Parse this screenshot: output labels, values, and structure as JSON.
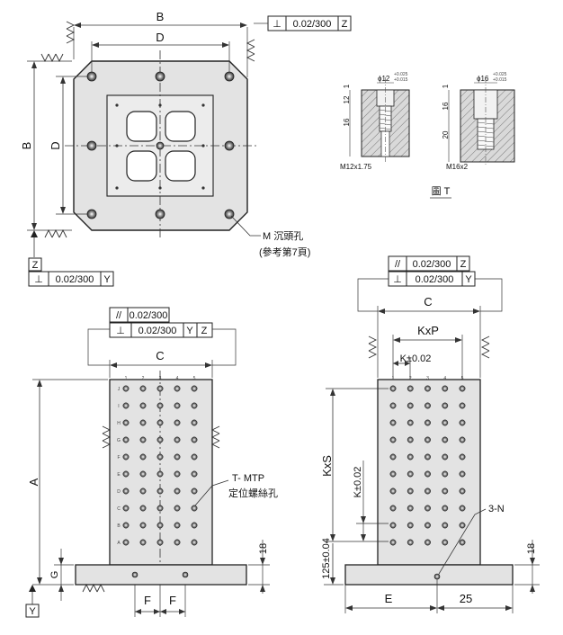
{
  "top_view": {
    "dim_b_horizontal": "B",
    "dim_d_horizontal": "D",
    "dim_b_vertical": "B",
    "dim_d_vertical": "D",
    "tol_perp_z": {
      "symbol": "⊥",
      "value": "0.02/300",
      "datum": "Z"
    },
    "datum_z": "Z",
    "tol_perp_y": {
      "symbol": "⊥",
      "value": "0.02/300",
      "datum": "Y"
    },
    "counterbore_note_1": "M 沉頭孔",
    "counterbore_note_2": "(參考第7頁)"
  },
  "detail_t": {
    "left": {
      "dia_main": "ϕ12",
      "tol_upper": "+0.025",
      "tol_lower": "+0.015",
      "dims": [
        "1",
        "12",
        "16"
      ],
      "thread": "M12x1.75"
    },
    "right": {
      "dia_main": "ϕ16",
      "tol_upper": "+0.025",
      "tol_lower": "+0.015",
      "dims": [
        "1",
        "16",
        "20"
      ],
      "thread": "M16x2"
    },
    "caption": "圖 T"
  },
  "front_view": {
    "tol_parallel": {
      "symbol": "//",
      "value": "0.02/300"
    },
    "tol_perp": {
      "symbol": "⊥",
      "value": "0.02/300",
      "datum1": "Y",
      "datum2": "Z"
    },
    "dim_c": "C",
    "dim_a": "A",
    "dim_g": "G",
    "dim_f1": "F",
    "dim_f2": "F",
    "dim_18": "18",
    "datum_y": "Y",
    "hole_note_1": "T- MTP",
    "hole_note_2": "定位螺絲孔",
    "col_labels": [
      "1",
      "2",
      "3",
      "4",
      "5"
    ],
    "row_labels": [
      "J",
      "I",
      "H",
      "G",
      "F",
      "E",
      "D",
      "C",
      "B",
      "A"
    ]
  },
  "side_view": {
    "tol_parallel": {
      "symbol": "//",
      "value": "0.02/300",
      "datum": "Z"
    },
    "tol_perp": {
      "symbol": "⊥",
      "value": "0.02/300",
      "datum": "Y"
    },
    "dim_c": "C",
    "dim_kxp": "KxP",
    "dim_k": "K±0.02",
    "dim_kxs": "KxS",
    "dim_kv": "K±0.02",
    "dim_125": "125±0.04",
    "dim_18": "18",
    "dim_e": "E",
    "dim_25": "25",
    "note_3n": "3-N",
    "col_labels": [
      "1",
      "2",
      "3",
      "4",
      "5"
    ]
  }
}
